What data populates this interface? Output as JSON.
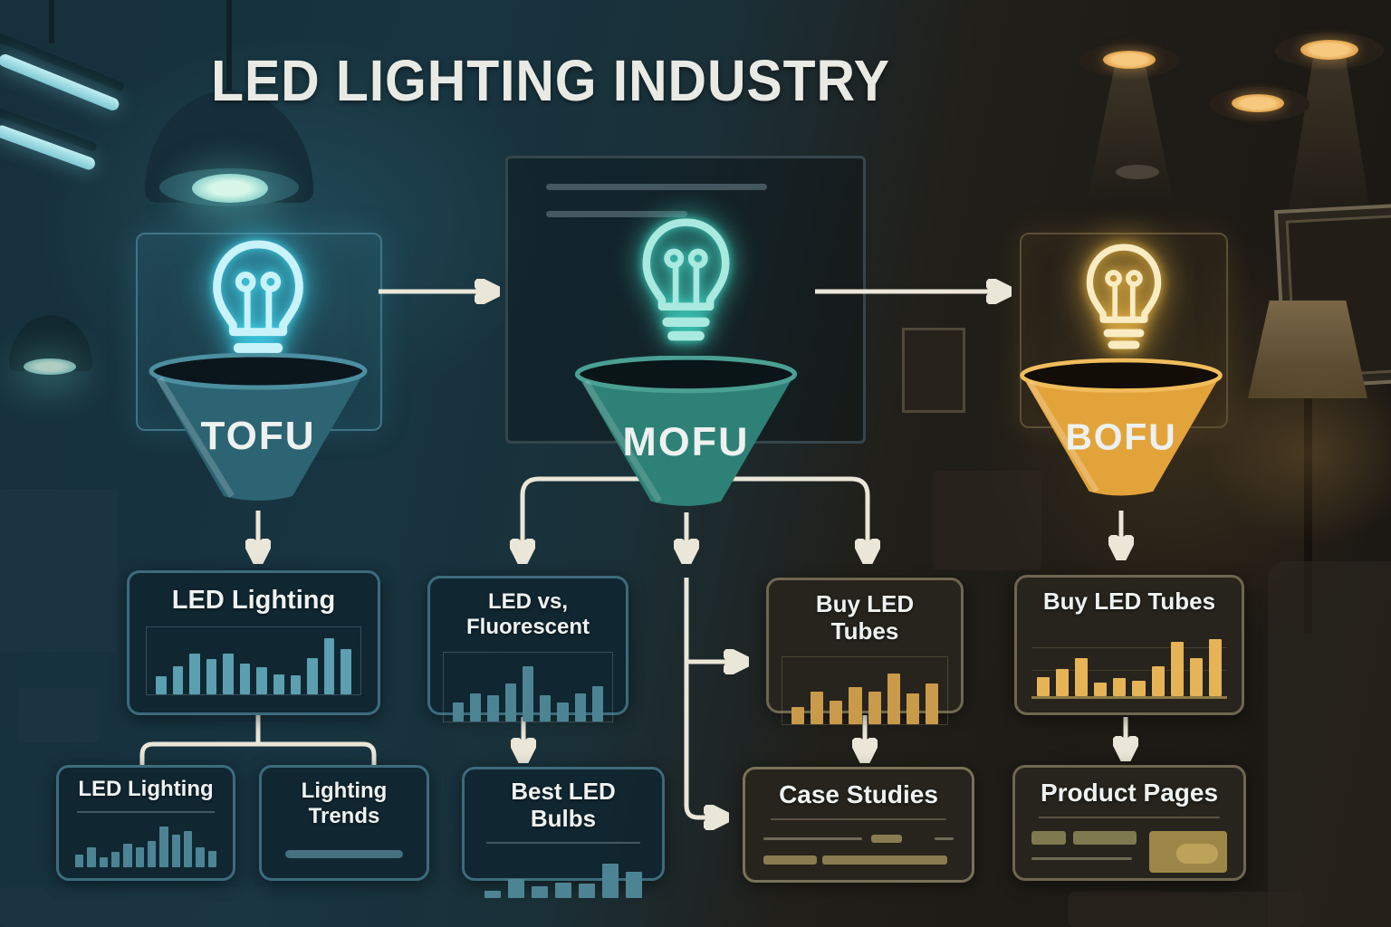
{
  "title": "LED LIGHTING INDUSTRY",
  "colors": {
    "connector": "#eae6d8",
    "teal_bar": "#5b9fb0",
    "teal_bar_soft": "#4d8494",
    "gold_bar": "#c99a4a",
    "gold_bar_bright": "#e6b456"
  },
  "funnels": [
    {
      "label": "TOFU",
      "body": "#2d6473",
      "rim": "#4b8fa0",
      "bulb": "#c9f3fb",
      "glow": "#3fd4ee"
    },
    {
      "label": "MOFU",
      "body": "#2e8177",
      "rim": "#4aa093",
      "bulb": "#a9e9df",
      "glow": "#3ecdbc"
    },
    {
      "label": "BOFU",
      "body": "#e3a33b",
      "rim": "#f1bd5c",
      "bulb": "#f9ecc2",
      "glow": "#eeb844"
    }
  ],
  "boxes": {
    "tofu_main": {
      "title": "LED Lighting",
      "bars": [
        30,
        46,
        66,
        58,
        66,
        50,
        44,
        33,
        31,
        60,
        92,
        74
      ]
    },
    "tofu_child_a": {
      "title": "LED Lighting",
      "bars": [
        26,
        42,
        20,
        32,
        50,
        42,
        55,
        85,
        68,
        76,
        42,
        34
      ]
    },
    "tofu_child_b": {
      "title": "Lighting Trends"
    },
    "mofu_main": {
      "title": "LED vs, Fluorescent",
      "bars": [
        30,
        44,
        42,
        60,
        88,
        42,
        30,
        44,
        56
      ]
    },
    "mofu_child": {
      "title": "Best LED Bulbs",
      "bars": [
        16,
        42,
        26,
        34,
        32,
        75,
        58
      ]
    },
    "mofu_buy": {
      "title": "Buy LED Tubes",
      "bars": [
        28,
        52,
        38,
        60,
        52,
        82,
        50,
        66
      ]
    },
    "case_studies": {
      "title": "Case Studies"
    },
    "bofu_buy": {
      "title": "Buy LED Tubes",
      "bars": [
        28,
        40,
        56,
        20,
        26,
        22,
        44,
        80,
        56,
        84
      ]
    },
    "product_pages": {
      "title": "Product Pages"
    }
  }
}
